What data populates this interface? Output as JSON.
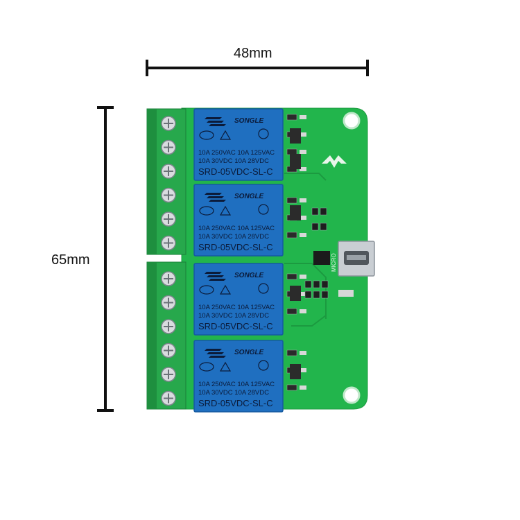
{
  "dimensions": {
    "width_label": "48mm",
    "height_label": "65mm"
  },
  "relays": [
    {
      "brand": "SONGLE",
      "rating1": "10A 250VAC  10A 125VAC",
      "rating2": "10A  30VDC  10A  28VDC",
      "model": "SRD-05VDC-SL-C"
    },
    {
      "brand": "SONGLE",
      "rating1": "10A 250VAC  10A 125VAC",
      "rating2": "10A  30VDC  10A  28VDC",
      "model": "SRD-05VDC-SL-C"
    },
    {
      "brand": "SONGLE",
      "rating1": "10A 250VAC  10A 125VAC",
      "rating2": "10A  30VDC  10A  28VDC",
      "model": "SRD-05VDC-SL-C"
    },
    {
      "brand": "SONGLE",
      "rating1": "10A 250VAC  10A 125VAC",
      "rating2": "10A  30VDC  10A  28VDC",
      "model": "SRD-05VDC-SL-C"
    }
  ],
  "usb_label": "MICRO",
  "colors": {
    "pcb": "#22b54c",
    "terminal": "#25a34a",
    "relay": "#1f6fc0"
  }
}
